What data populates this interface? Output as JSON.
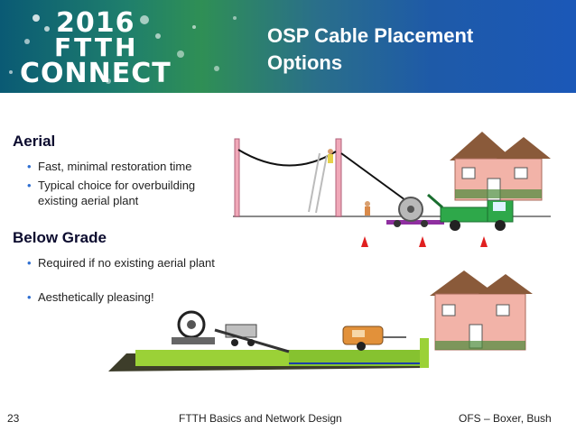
{
  "logo": {
    "year": "2016",
    "line1": "FTTH",
    "line2": "CONNECT"
  },
  "title": {
    "line1": "OSP Cable Placement",
    "line2": "Options"
  },
  "sections": [
    {
      "heading": "Aerial",
      "bullets": [
        "Fast, minimal restoration time",
        "Typical choice for overbuilding existing  aerial plant"
      ]
    },
    {
      "heading": "Below Grade",
      "bullets": [
        "Required if no existing aerial plant",
        " Aesthetically pleasing!"
      ]
    }
  ],
  "footer": {
    "page": "23",
    "center": "FTTH Basics and Network Design",
    "right": "OFS – Boxer, Bush"
  },
  "colors": {
    "heading": "#0b0b2e",
    "bullet": "#2f6fd1",
    "ground": "#9bd137",
    "house_wall": "#f2b3a8",
    "truck": "#2ea84a"
  }
}
